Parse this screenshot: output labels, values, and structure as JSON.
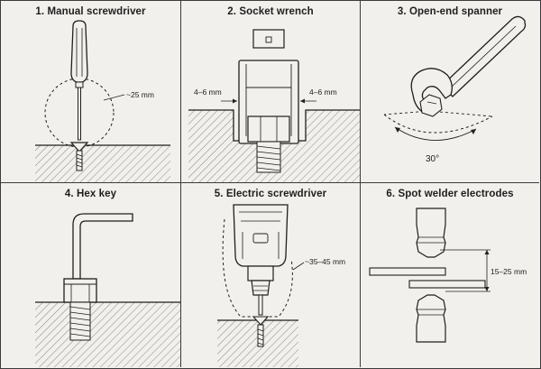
{
  "panels": [
    {
      "number": "1.",
      "title": "Manual screwdriver",
      "dimension": "~25 mm"
    },
    {
      "number": "2.",
      "title": "Socket wrench",
      "clearance_left": "4–6 mm",
      "clearance_right": "4–6 mm"
    },
    {
      "number": "3.",
      "title": "Open-end spanner",
      "angle": "30°"
    },
    {
      "number": "4.",
      "title": "Hex key"
    },
    {
      "number": "5.",
      "title": "Electric screwdriver",
      "dimension": "~35–45 mm"
    },
    {
      "number": "6.",
      "title": "Spot welder electrodes",
      "gap": "15–25 mm"
    }
  ],
  "colors": {
    "line": "#1f1f1f",
    "background": "#f2f0ec",
    "hatch": "#5a5a5a"
  }
}
